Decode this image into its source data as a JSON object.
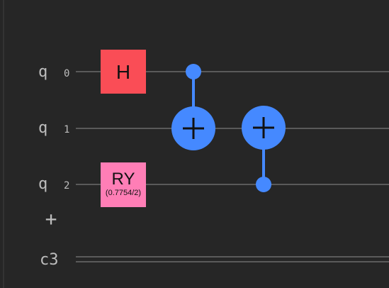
{
  "circuit": {
    "qubits": [
      {
        "prefix": "q",
        "index": "0"
      },
      {
        "prefix": "q",
        "index": "1"
      },
      {
        "prefix": "q",
        "index": "2"
      }
    ],
    "add_symbol": "+",
    "classical": {
      "label": "c3"
    },
    "gates": {
      "h": {
        "label": "H",
        "color": "#fa4d56"
      },
      "ry": {
        "label": "RY",
        "param": "(0.7754/2)",
        "color": "#ff7eb6"
      }
    },
    "cnots": [
      {
        "control": 0,
        "target": 1
      },
      {
        "control": 2,
        "target": 1
      }
    ],
    "colors": {
      "background": "#262626",
      "wire": "#5a5a5a",
      "cnot": "#4589ff",
      "label": "#bdbdbd"
    }
  }
}
